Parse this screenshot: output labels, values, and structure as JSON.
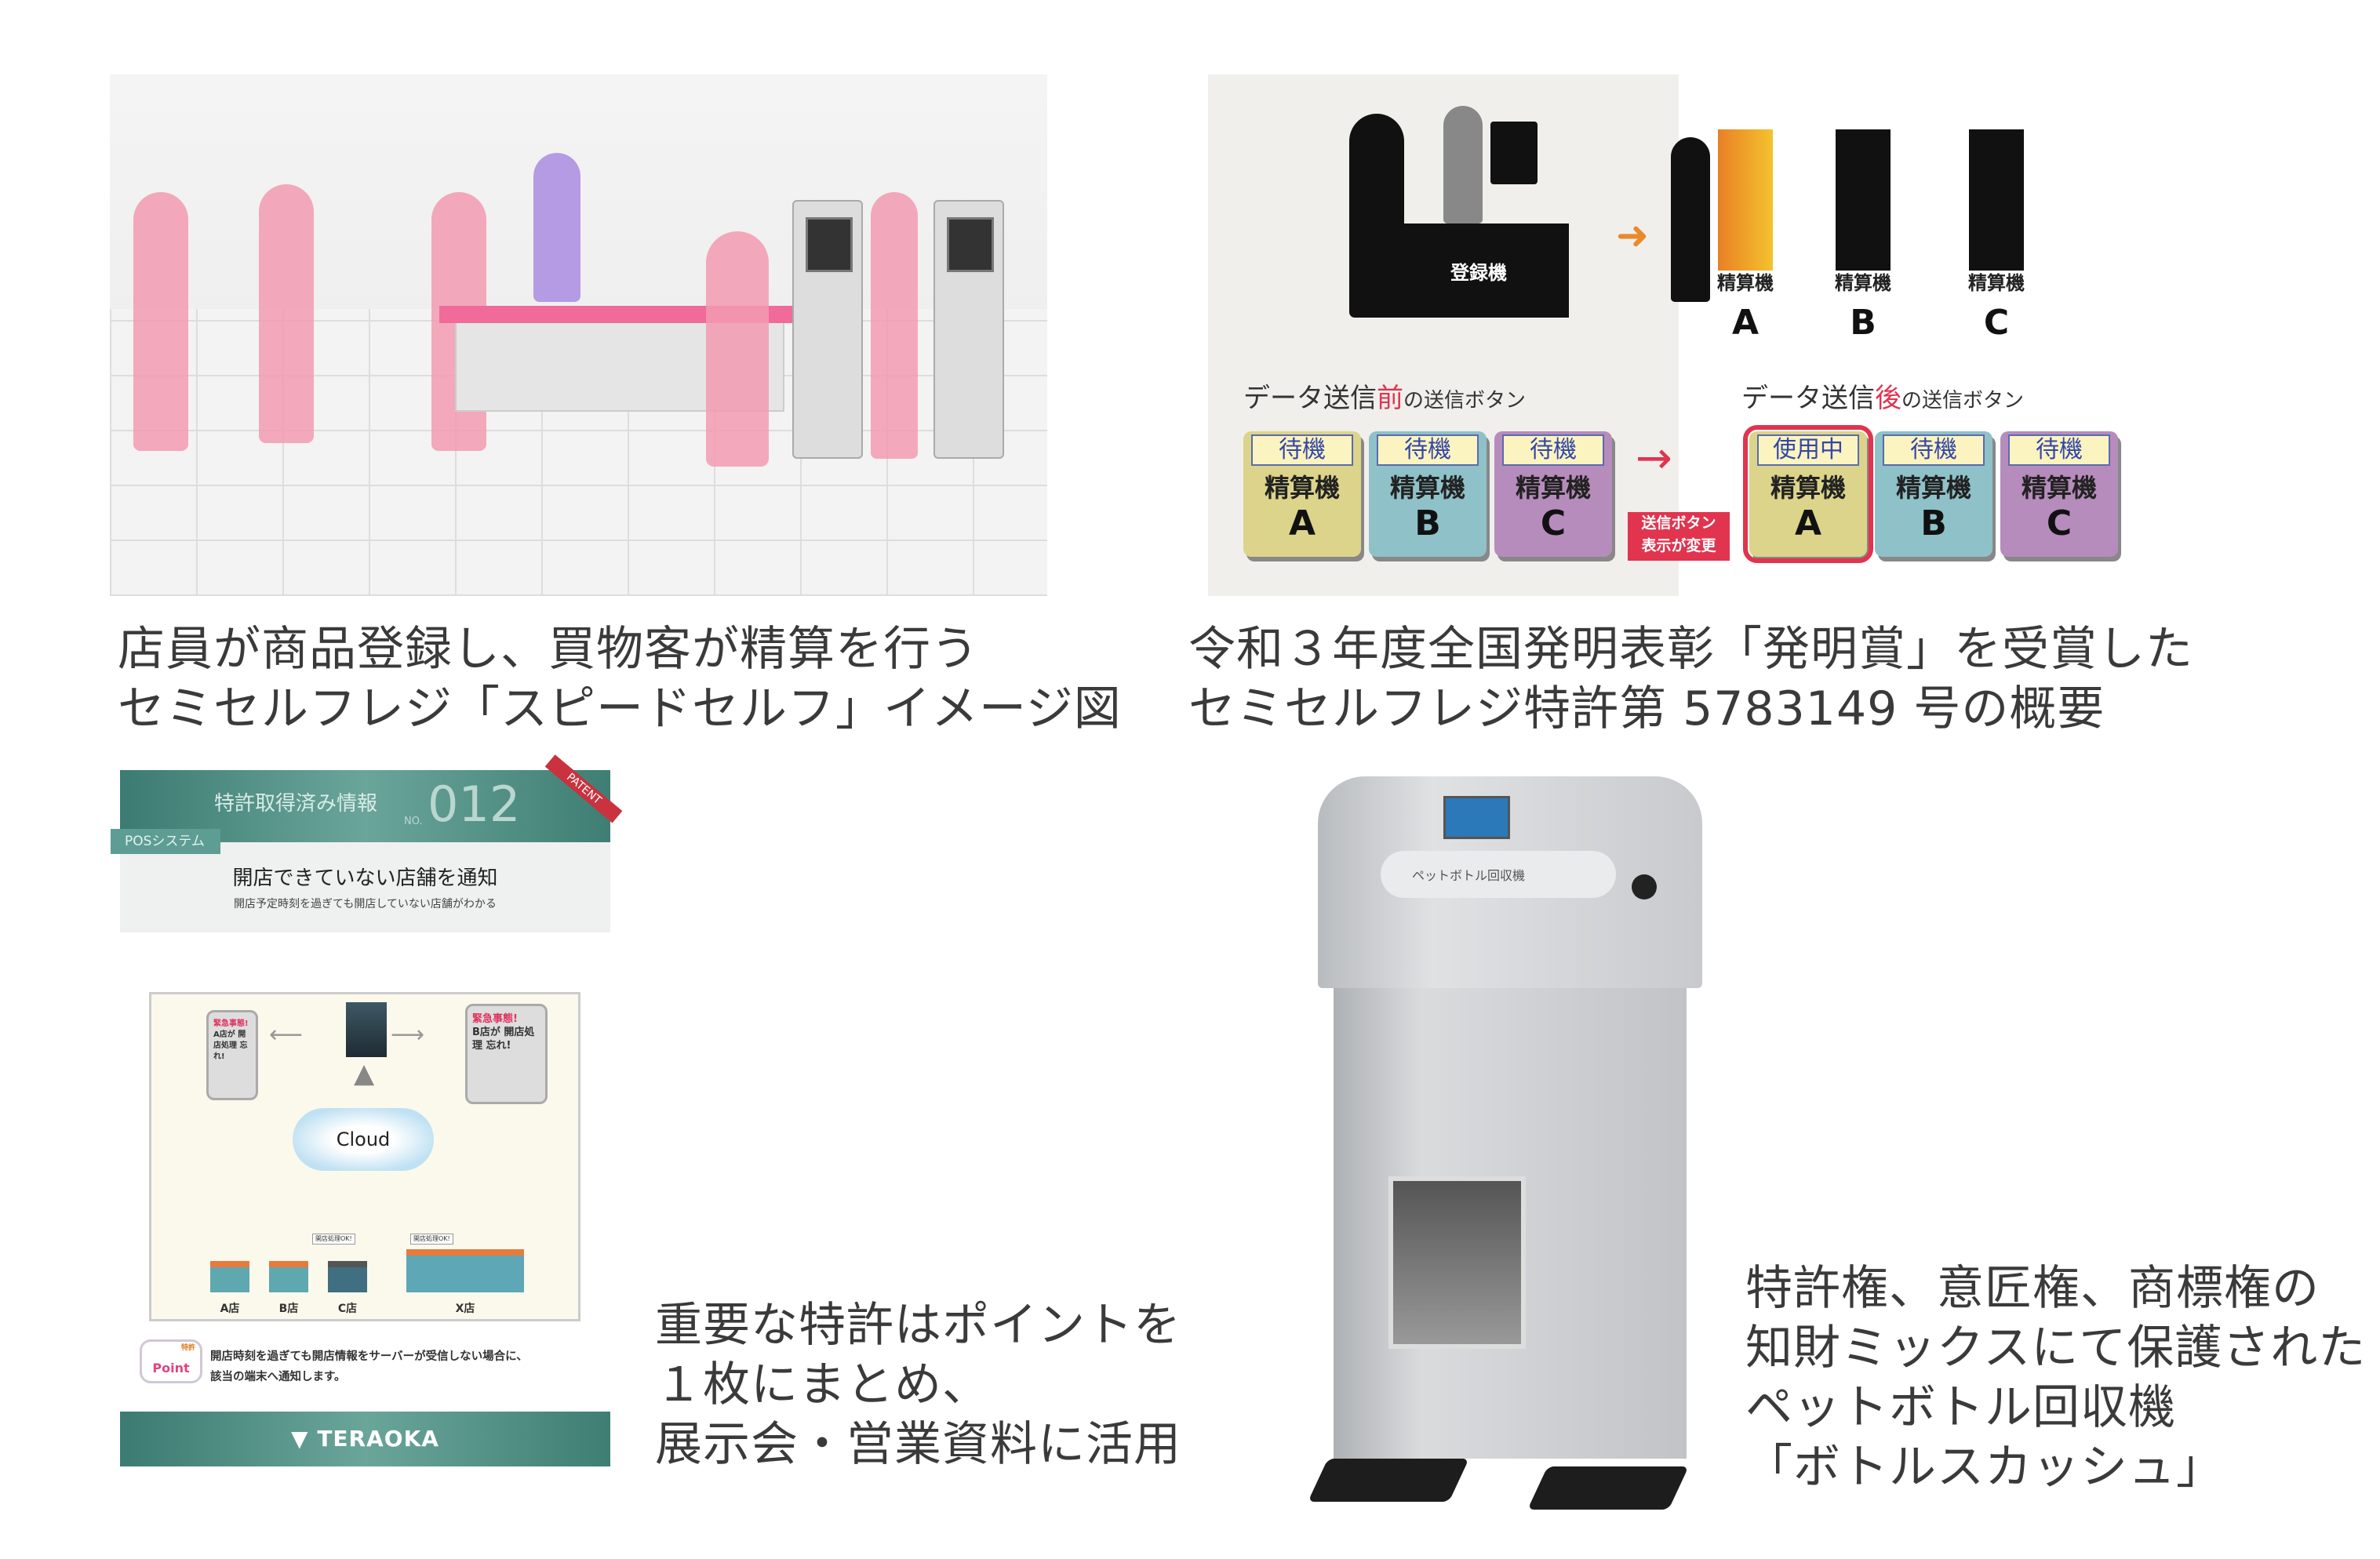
{
  "panel1": {
    "caption_lines": [
      "店員が商品登録し、買物客が精算を行う",
      "セミセルフレジ「スピードセルフ」イメージ図"
    ]
  },
  "panel2": {
    "register_label": "登録機",
    "machines": [
      {
        "label": "精算機",
        "letter": "A"
      },
      {
        "label": "精算機",
        "letter": "B"
      },
      {
        "label": "精算機",
        "letter": "C"
      }
    ],
    "before": {
      "prefix": "データ送信",
      "emph": "前",
      "suffix": "の送信ボタン",
      "buttons": [
        {
          "status": "待機",
          "label": "精算機",
          "letter": "A"
        },
        {
          "status": "待機",
          "label": "精算機",
          "letter": "B"
        },
        {
          "status": "待機",
          "label": "精算機",
          "letter": "C"
        }
      ]
    },
    "after": {
      "prefix": "データ送信",
      "emph": "後",
      "suffix": "の送信ボタン",
      "buttons": [
        {
          "status": "使用中",
          "label": "精算機",
          "letter": "A"
        },
        {
          "status": "待機",
          "label": "精算機",
          "letter": "B"
        },
        {
          "status": "待機",
          "label": "精算機",
          "letter": "C"
        }
      ]
    },
    "change_tag": [
      "送信ボタン",
      "表示が変更"
    ],
    "caption_lines": [
      "令和３年度全国発明表彰「発明賞」を受賞した",
      "セミセルフレジ特許第 5783149 号の概要"
    ]
  },
  "patent_card": {
    "header": "特許取得済み情報",
    "no_prefix": "NO.",
    "number": "012",
    "ribbon": "PATENT",
    "category": "POSシステム",
    "title": "開店できていない店舗を通知",
    "subtitle": "開店予定時刻を過ぎても開店していない店舗がわかる",
    "phone_left": {
      "alert": "緊急事態!",
      "text": "A店が 開店処理 忘れ!"
    },
    "phone_right": {
      "alert": "緊急事態!",
      "text": "B店が 開店処理 忘れ!"
    },
    "cloud": "Cloud",
    "ok_label": "開店処理OK!",
    "stores": [
      "A店",
      "B店",
      "C店",
      "X店"
    ],
    "point_badge": "Point",
    "point_badge_small": "特許",
    "point_text": [
      "開店時刻を過ぎても開店情報をサーバーが受信しない場合に、",
      "該当の端末へ通知します。"
    ],
    "footer_logo": "TERAOKA"
  },
  "panel3": {
    "caption_lines": [
      "重要な特許はポイントを",
      "１枚にまとめ、",
      "展示会・営業資料に活用"
    ]
  },
  "panel4": {
    "slot_label": "ペットボトル回収機",
    "caption_lines": [
      "特許権、意匠権、商標権の",
      "知財ミックスにて保護された",
      "ペットボトル回収機",
      "「ボトルスカッシュ」"
    ]
  }
}
